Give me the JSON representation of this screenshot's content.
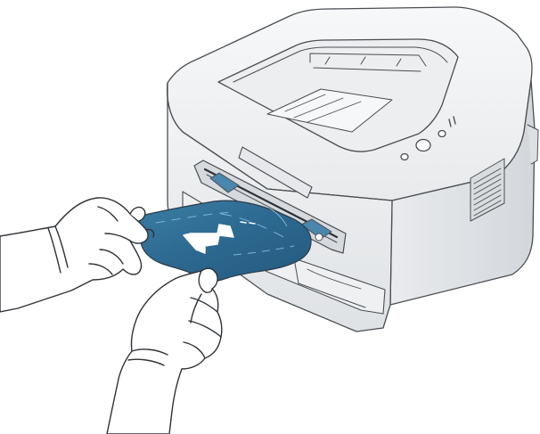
{
  "scene": {
    "colors": {
      "outline": "#4a4e52",
      "printer_body": "#f2f3f4",
      "printer_shade": "#e2e4e6",
      "printer_dark": "#c9ccd0",
      "paper_blue": "#2f6f95",
      "paper_light": "#5a98bb",
      "arrow_fill": "#ffffff",
      "hand_fill": "#ffffff"
    },
    "icons": [
      "printer-illustration",
      "jammed-paper",
      "pull-direction-arrow",
      "left-hand",
      "right-hand"
    ]
  }
}
